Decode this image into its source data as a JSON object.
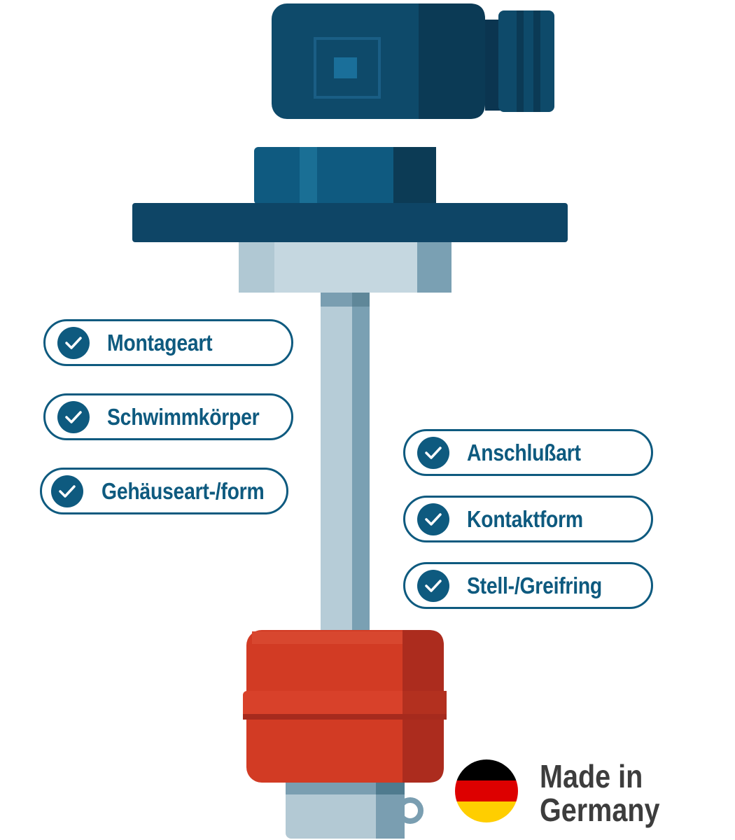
{
  "features_left": [
    {
      "label": "Montageart",
      "icon": "check-circle-icon"
    },
    {
      "label": "Schwimmkörper",
      "icon": "check-circle-icon"
    },
    {
      "label": "Gehäuseart-/form",
      "icon": "check-circle-icon"
    }
  ],
  "features_right": [
    {
      "label": "Anschlußart",
      "icon": "check-circle-icon"
    },
    {
      "label": "Kontaktform",
      "icon": "check-circle-icon"
    },
    {
      "label": "Stell-/Greifring",
      "icon": "check-circle-icon"
    }
  ],
  "badge": {
    "line1": "Made in",
    "line2": "Germany",
    "flag_colors": [
      "#000000",
      "#dd0000",
      "#ffce00"
    ]
  },
  "colors": {
    "accent": "#0e5a7f",
    "float": "#d23b24",
    "head": "#0e4a6a"
  }
}
